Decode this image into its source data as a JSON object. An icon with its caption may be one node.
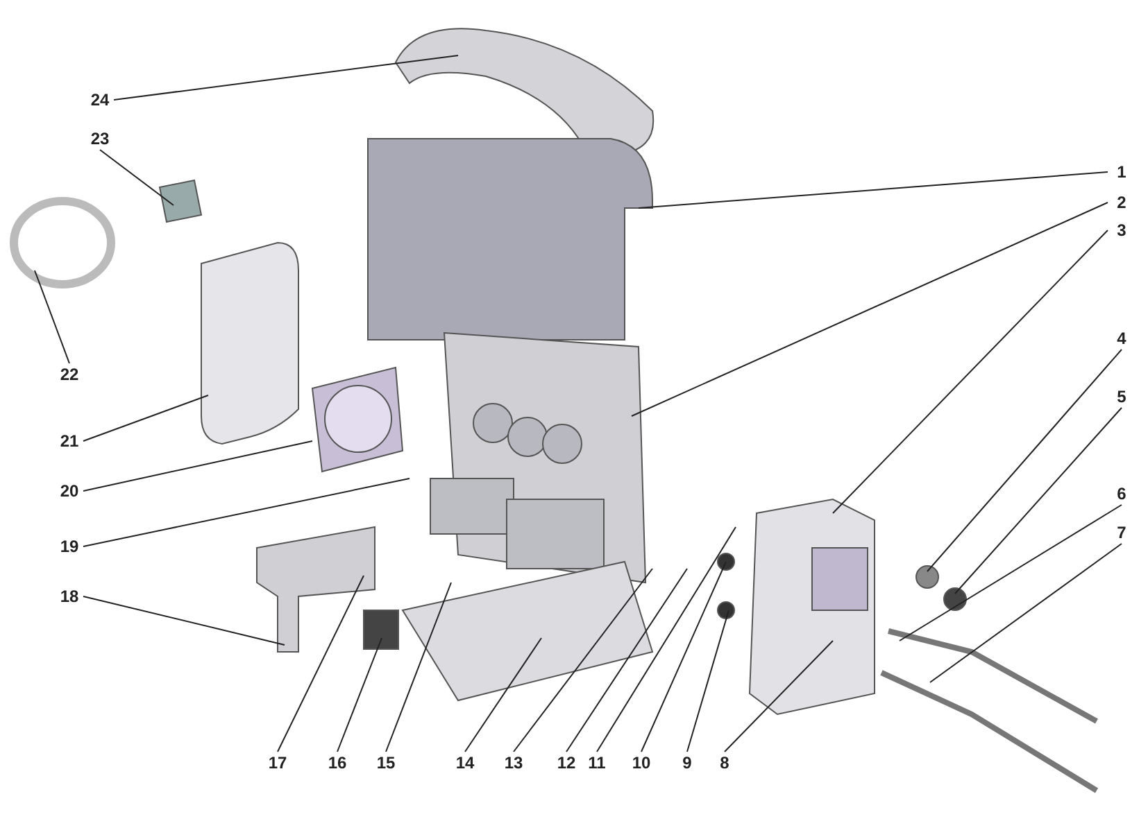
{
  "diagram": {
    "nodes": [
      {
        "text": [
          "1"
        ]
      },
      {
        "text": [
          "2"
        ]
      },
      {
        "text": [
          "3"
        ]
      },
      {
        "text": [
          "4"
        ]
      },
      {
        "text": [
          "5"
        ]
      },
      {
        "text": [
          "6"
        ]
      },
      {
        "text": [
          "7"
        ]
      },
      {
        "text": [
          "8"
        ]
      },
      {
        "text": [
          "9"
        ]
      },
      {
        "text": [
          "10"
        ]
      },
      {
        "text": [
          "11"
        ]
      },
      {
        "text": [
          "12"
        ]
      },
      {
        "text": [
          "13"
        ]
      },
      {
        "text": [
          "14"
        ]
      },
      {
        "text": [
          "15"
        ]
      },
      {
        "text": [
          "16"
        ]
      },
      {
        "text": [
          "17"
        ]
      },
      {
        "text": [
          "18"
        ]
      },
      {
        "text": [
          "19"
        ]
      },
      {
        "text": [
          "20"
        ]
      },
      {
        "text": [
          "21"
        ]
      },
      {
        "text": [
          "22"
        ]
      },
      {
        "text": [
          "23"
        ]
      },
      {
        "text": [
          "24"
        ]
      }
    ],
    "edges": [
      {
        "from": 0,
        "to": null,
        "arrow": "none"
      },
      {
        "from": 1,
        "to": null,
        "arrow": "none"
      },
      {
        "from": 2,
        "to": null,
        "arrow": "none"
      },
      {
        "from": 3,
        "to": null,
        "arrow": "none"
      },
      {
        "from": 4,
        "to": null,
        "arrow": "none"
      },
      {
        "from": 5,
        "to": null,
        "arrow": "none"
      },
      {
        "from": 6,
        "to": null,
        "arrow": "none"
      },
      {
        "from": 7,
        "to": null,
        "arrow": "none"
      },
      {
        "from": 8,
        "to": null,
        "arrow": "none"
      },
      {
        "from": 9,
        "to": null,
        "arrow": "none"
      },
      {
        "from": 10,
        "to": null,
        "arrow": "none"
      },
      {
        "from": 11,
        "to": null,
        "arrow": "none"
      },
      {
        "from": 12,
        "to": null,
        "arrow": "none"
      },
      {
        "from": 13,
        "to": null,
        "arrow": "none"
      },
      {
        "from": 14,
        "to": null,
        "arrow": "none"
      },
      {
        "from": 15,
        "to": null,
        "arrow": "none"
      },
      {
        "from": 16,
        "to": null,
        "arrow": "none"
      },
      {
        "from": 17,
        "to": null,
        "arrow": "none"
      },
      {
        "from": 18,
        "to": null,
        "arrow": "none"
      },
      {
        "from": 19,
        "to": null,
        "arrow": "none"
      },
      {
        "from": 20,
        "to": null,
        "arrow": "none"
      },
      {
        "from": 21,
        "to": null,
        "arrow": "none"
      },
      {
        "from": 22,
        "to": null,
        "arrow": "none"
      },
      {
        "from": 23,
        "to": null,
        "arrow": "none"
      }
    ]
  }
}
